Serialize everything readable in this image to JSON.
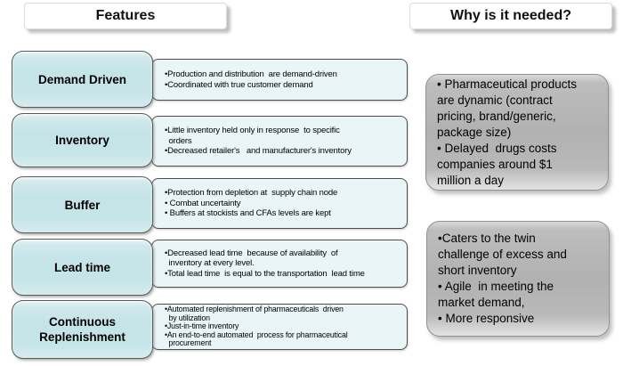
{
  "headers": {
    "features": "Features",
    "why": "Why is it needed?"
  },
  "features": {
    "rows": [
      {
        "label": "Demand Driven",
        "lines": [
          {
            "t": "•Production and distribution  are demand-driven",
            "i": false
          },
          {
            "t": "•Coordinated with true customer demand",
            "i": false
          }
        ]
      },
      {
        "label": "Inventory",
        "lines": [
          {
            "t": "•Little inventory held only in response  to specific",
            "i": false
          },
          {
            "t": "orders",
            "i": true
          },
          {
            "t": "•Decreased retailer's   and manufacturer's inventory",
            "i": false
          }
        ]
      },
      {
        "label": "Buffer",
        "lines": [
          {
            "t": "•Protection from depletion at  supply chain node",
            "i": false
          },
          {
            "t": "• Combat uncertainty",
            "i": false
          },
          {
            "t": "• Buffers at stockists and CFAs levels are kept",
            "i": false
          }
        ]
      },
      {
        "label": "Lead time",
        "lines": [
          {
            "t": "•Decreased lead time  because of availability  of",
            "i": false
          },
          {
            "t": "inventory at every level.",
            "i": true
          },
          {
            "t": "•Total lead time  is equal to the transportation  lead time",
            "i": false
          }
        ]
      },
      {
        "label": "Continuous Replenishment",
        "lines": [
          {
            "t": "•Automated replenishment of pharmaceuticals  driven",
            "i": false
          },
          {
            "t": "by utilization",
            "i": true
          },
          {
            "t": "•Just-in-time inventory",
            "i": false
          },
          {
            "t": "•An end-to-end automated  process for pharmaceutical",
            "i": false
          },
          {
            "t": "procurement",
            "i": true
          }
        ]
      }
    ]
  },
  "why": {
    "boxes": [
      {
        "lines": [
          {
            "t": "• Pharmaceutical products",
            "i": false
          },
          {
            "t": "are dynamic (contract",
            "i": true
          },
          {
            "t": "pricing, brand/generic,",
            "i": true
          },
          {
            "t": "package size)",
            "i": true
          },
          {
            "t": "• Delayed  drugs costs",
            "i": false
          },
          {
            "t": "companies around $1",
            "i": true
          },
          {
            "t": "million a day",
            "i": true
          }
        ]
      },
      {
        "lines": [
          {
            "t": "•Caters to the twin",
            "i": false
          },
          {
            "t": "challenge of excess and",
            "i": true
          },
          {
            "t": "short inventory",
            "i": true
          },
          {
            "t": "• Agile  in meeting the",
            "i": false
          },
          {
            "t": "market demand,",
            "i": true
          },
          {
            "t": "• More responsive",
            "i": false
          }
        ]
      }
    ]
  },
  "colors": {
    "label_fill": "#c6e5e9",
    "desc_fill": "#e9f5f6",
    "why_fill": "#b1b1b1",
    "box_border": "#595959",
    "shadow": "#a5a5a5"
  }
}
